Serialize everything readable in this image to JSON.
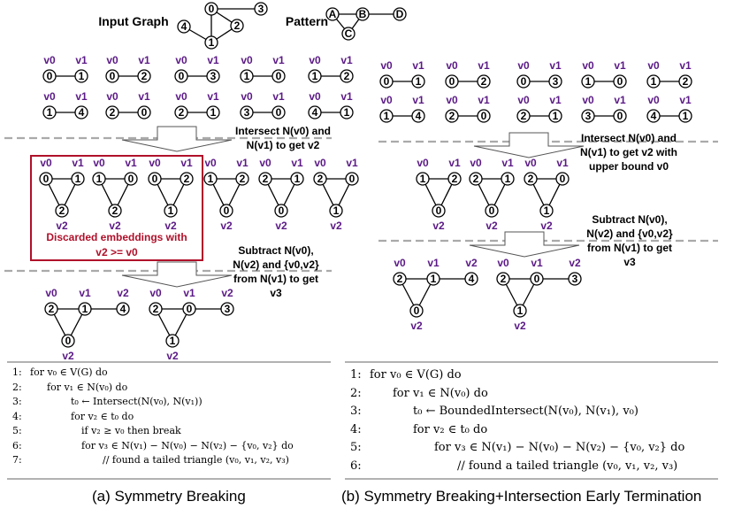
{
  "colors": {
    "ink": "#000000",
    "label_purple": "#5b1a86",
    "discard_red": "#b0102a",
    "dash_gray": "#aaaaaa"
  },
  "header": {
    "input_graph_label": "Input Graph",
    "pattern_label": "Pattern",
    "input_graph": {
      "nodes": [
        "0",
        "3",
        "4",
        "2",
        "1"
      ],
      "edges": [
        [
          "0",
          "3"
        ],
        [
          "0",
          "2"
        ],
        [
          "0",
          "1"
        ],
        [
          "1",
          "2"
        ],
        [
          "1",
          "4"
        ]
      ]
    },
    "pattern": {
      "nodes": [
        "A",
        "B",
        "D",
        "C"
      ],
      "edges": [
        [
          "A",
          "B"
        ],
        [
          "B",
          "D"
        ],
        [
          "A",
          "C"
        ],
        [
          "B",
          "C"
        ]
      ]
    }
  },
  "vertex_labels": {
    "v0": "v0",
    "v1": "v1",
    "v2": "v2"
  },
  "edge_pairs": [
    [
      "0",
      "1"
    ],
    [
      "0",
      "2"
    ],
    [
      "0",
      "3"
    ],
    [
      "1",
      "0"
    ],
    [
      "1",
      "2"
    ],
    [
      "1",
      "4"
    ],
    [
      "2",
      "0"
    ],
    [
      "2",
      "1"
    ],
    [
      "3",
      "0"
    ],
    [
      "4",
      "1"
    ]
  ],
  "left": {
    "step1_text": [
      "Intersect N(v0) and",
      "N(v1) to get v2"
    ],
    "triangles": [
      [
        "0",
        "1",
        "2"
      ],
      [
        "1",
        "0",
        "2"
      ],
      [
        "0",
        "2",
        "1"
      ],
      [
        "1",
        "2",
        "0"
      ],
      [
        "2",
        "1",
        "0"
      ],
      [
        "2",
        "0",
        "1"
      ]
    ],
    "discard_text": [
      "Discarded embeddings with",
      "v2 >= v0"
    ],
    "step2_text": [
      "Subtract N(v0),",
      "N(v2) and {v0,v2}",
      "from N(v1) to get",
      "v3"
    ],
    "results": [
      {
        "v0": "2",
        "v1": "1",
        "v3": "4",
        "v2": "0"
      },
      {
        "v0": "2",
        "v1": "0",
        "v3": "3",
        "v2": "1"
      }
    ]
  },
  "right": {
    "step1_text": [
      "Intersect N(v0) and",
      "N(v1) to get v2 with",
      "upper bound v0"
    ],
    "triangles": [
      [
        "1",
        "2",
        "0"
      ],
      [
        "2",
        "1",
        "0"
      ],
      [
        "2",
        "0",
        "1"
      ]
    ],
    "step2_text": [
      "Subtract N(v0),",
      "N(v2) and {v0,v2}",
      "from N(v1) to get",
      "v3"
    ],
    "results": [
      {
        "v0": "2",
        "v1": "1",
        "v3": "4",
        "v2": "0"
      },
      {
        "v0": "2",
        "v1": "0",
        "v3": "3",
        "v2": "1"
      }
    ]
  },
  "algo_left": [
    {
      "num": "1:",
      "text": "for v₀ ∈ V(G) do"
    },
    {
      "num": "2:",
      "text": "for v₁ ∈ N(v₀) do"
    },
    {
      "num": "3:",
      "text": "t₀ ← Intersect(N(v₀), N(v₁))"
    },
    {
      "num": "4:",
      "text": "for v₂ ∈ t₀ do"
    },
    {
      "num": "5:",
      "text": "if v₂ ≥ v₀ then break"
    },
    {
      "num": "6:",
      "text": "for v₃ ∈ N(v₁) − N(v₀) − N(v₂) − {v₀, v₂} do"
    },
    {
      "num": "7:",
      "text": "// found a tailed triangle (v₀, v₁, v₂, v₃)"
    }
  ],
  "algo_right": [
    {
      "num": "1:",
      "text": "for v₀ ∈ V(G) do"
    },
    {
      "num": "2:",
      "text": "for v₁ ∈ N(v₀) do"
    },
    {
      "num": "3:",
      "text": "t₀ ← BoundedIntersect(N(v₀), N(v₁), v₀)"
    },
    {
      "num": "4:",
      "text": "for v₂ ∈ t₀ do"
    },
    {
      "num": "5:",
      "text": "for v₃ ∈ N(v₁) − N(v₀) − N(v₂) − {v₀, v₂} do"
    },
    {
      "num": "6:",
      "text": "// found a tailed triangle (v₀, v₁, v₂, v₃)"
    }
  ],
  "captions": {
    "left": "(a) Symmetry Breaking",
    "right": "(b) Symmetry Breaking+Intersection Early Termination"
  }
}
